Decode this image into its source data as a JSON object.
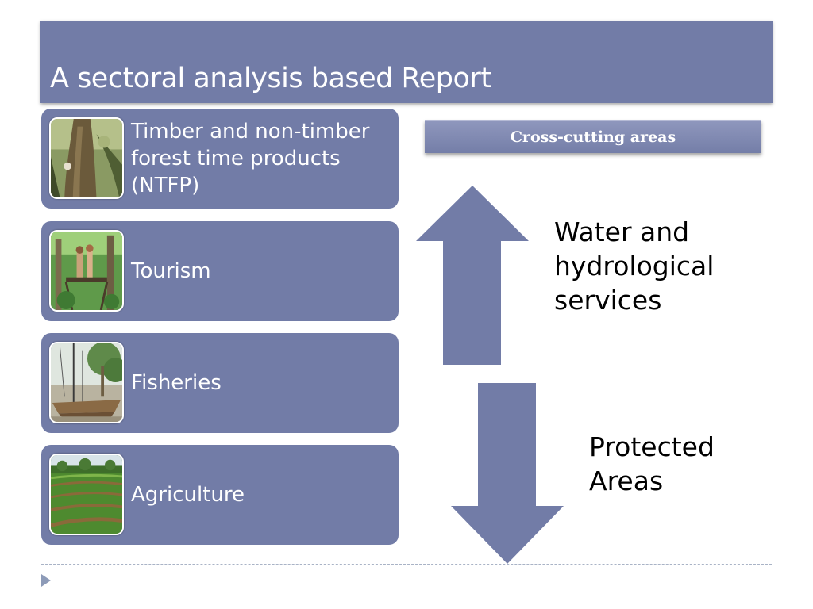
{
  "slide": {
    "title": "A sectoral analysis based Report"
  },
  "sectors": [
    {
      "label": "Timber and non-timber forest time products (NTFP)",
      "thumb_icon": "tree-trunk-icon"
    },
    {
      "label": "Tourism",
      "thumb_icon": "tourists-forest-icon"
    },
    {
      "label": "Fisheries",
      "thumb_icon": "fishing-boat-icon"
    },
    {
      "label": "Agriculture",
      "thumb_icon": "crop-field-icon"
    }
  ],
  "cross_cutting": {
    "header": "Cross-cutting areas",
    "items": [
      {
        "label_lines": [
          "Water and",
          "hydrological",
          "services"
        ]
      },
      {
        "label_lines": [
          "Protected",
          "Areas"
        ]
      }
    ]
  },
  "colors": {
    "box_fill": "#727ca7",
    "header_fill": "#8f97bd",
    "text_on_box": "#ffffff",
    "body_text": "#000000"
  }
}
